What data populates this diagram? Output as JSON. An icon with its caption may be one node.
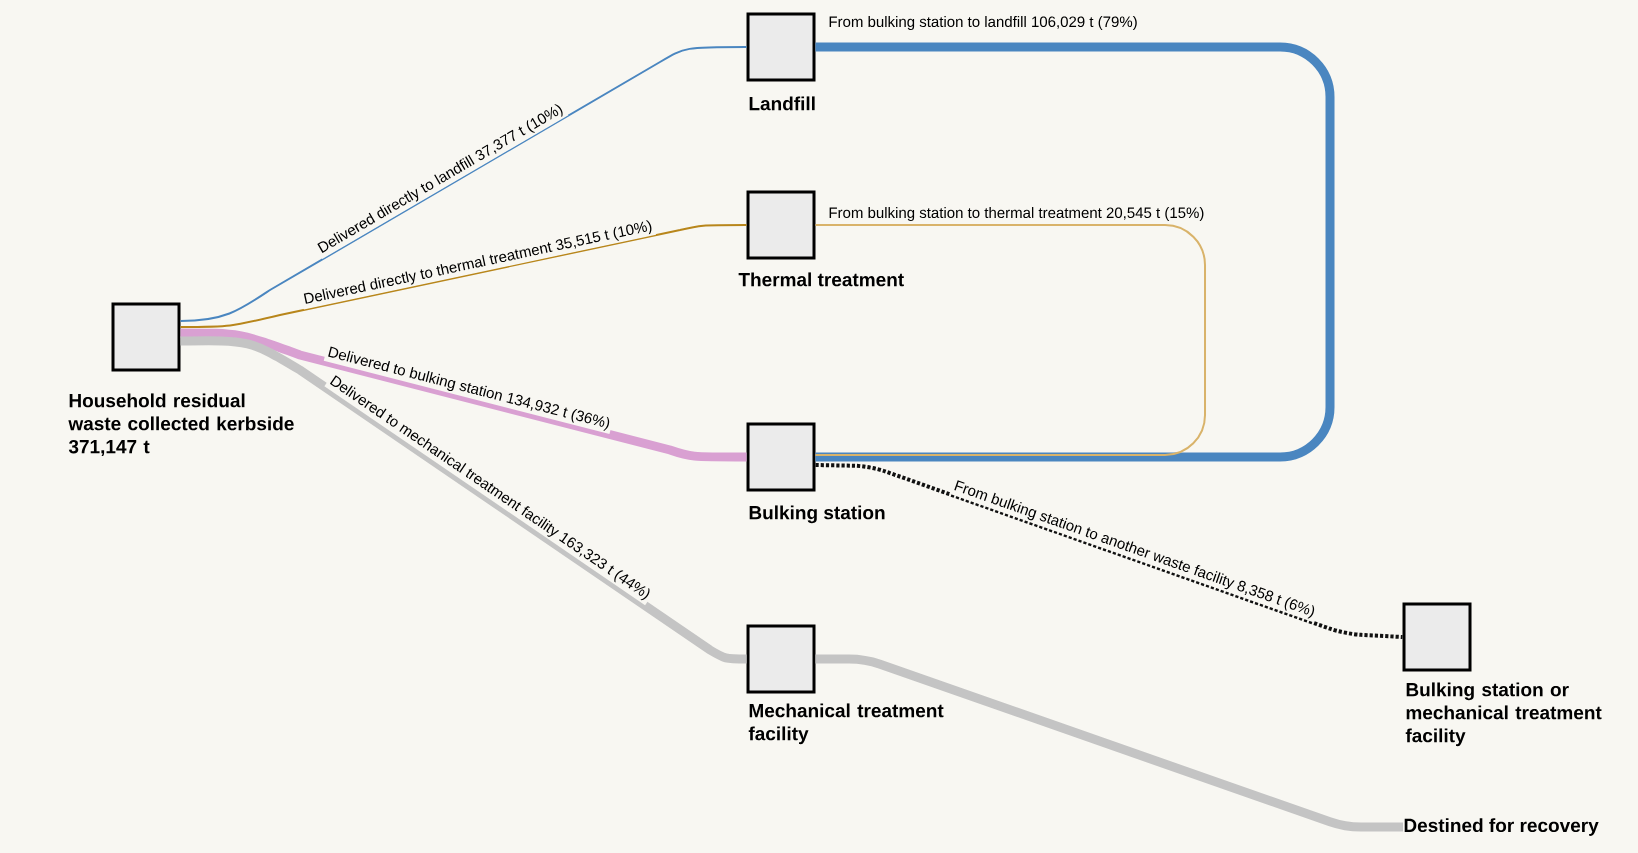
{
  "diagram": {
    "nodes": [
      {
        "text": [
          "Household residual waste collected kerbside",
          "371,147 t"
        ]
      },
      {
        "text": [
          "Landfill"
        ]
      },
      {
        "text": [
          "Thermal treatment"
        ]
      },
      {
        "text": [
          "Bulking station"
        ]
      },
      {
        "text": [
          "Mechanical treatment facility"
        ]
      },
      {
        "text": [
          "Bulking station or mechanical treatment facility"
        ]
      },
      {
        "text": [
          "Destined for recovery"
        ]
      }
    ],
    "edges": [
      {
        "from": 0,
        "to": 1,
        "arrow": "none",
        "label": "Delivered directly to landfill 37,377 t (10%)",
        "color": "#4a86c0"
      },
      {
        "from": 0,
        "to": 2,
        "arrow": "none",
        "label": "Delivered directly to thermal treatment 35,515 t (10%)",
        "color": "#b8861b"
      },
      {
        "from": 0,
        "to": 3,
        "arrow": "none",
        "label": "Delivered to bulking station 134,932 t (36%)",
        "style": "thick",
        "color": "#d9a0d2"
      },
      {
        "from": 0,
        "to": 4,
        "arrow": "none",
        "label": "Delivered to mechanical treatment facility 163,323 t (44%)",
        "style": "thick",
        "color": "#c4c4c4"
      },
      {
        "from": 3,
        "to": 1,
        "arrow": "none",
        "label": "From bulking station to landfill 106,029 t (79%)",
        "style": "thick",
        "color": "#4a86c0"
      },
      {
        "from": 3,
        "to": 2,
        "arrow": "none",
        "label": "From bulking station to thermal treatment 20,545 t (15%)",
        "color": "#d9b36a"
      },
      {
        "from": 3,
        "to": 5,
        "arrow": "none",
        "label": "From bulking station to another waste facility 8,358 t (6%)",
        "style": "dashed",
        "color": "#111111"
      },
      {
        "from": 4,
        "to": 6,
        "arrow": "none",
        "style": "thick",
        "color": "#c4c4c4"
      }
    ]
  }
}
